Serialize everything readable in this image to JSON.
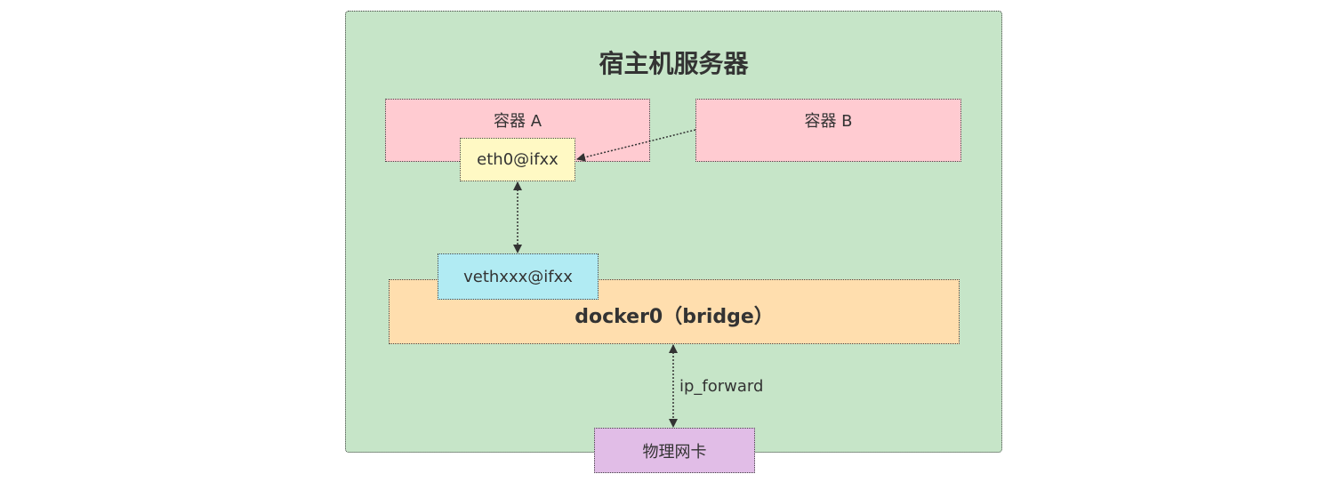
{
  "diagram": {
    "host": {
      "title": "宿主机服务器"
    },
    "container_a": {
      "label": "容器 A",
      "interface": "eth0@ifxx"
    },
    "container_b": {
      "label": "容器 B"
    },
    "veth": {
      "label": "vethxxx@ifxx"
    },
    "bridge": {
      "label": "docker0（bridge）"
    },
    "physical_nic": {
      "label": "物理网卡"
    },
    "edges": [
      {
        "from": "container_b",
        "to": "eth0",
        "style": "dotted",
        "arrow": "end"
      },
      {
        "from": "eth0",
        "to": "veth",
        "style": "dotted",
        "arrow": "both"
      },
      {
        "from": "bridge",
        "to": "physical_nic",
        "style": "dotted",
        "arrow": "both",
        "label": "ip_forward"
      }
    ],
    "colors": {
      "host": "#c6e5c8",
      "container": "#ffcbd1",
      "interface": "#fff9c4",
      "veth": "#b1ebf3",
      "bridge": "#ffdeae",
      "nic": "#e1bde7"
    }
  }
}
